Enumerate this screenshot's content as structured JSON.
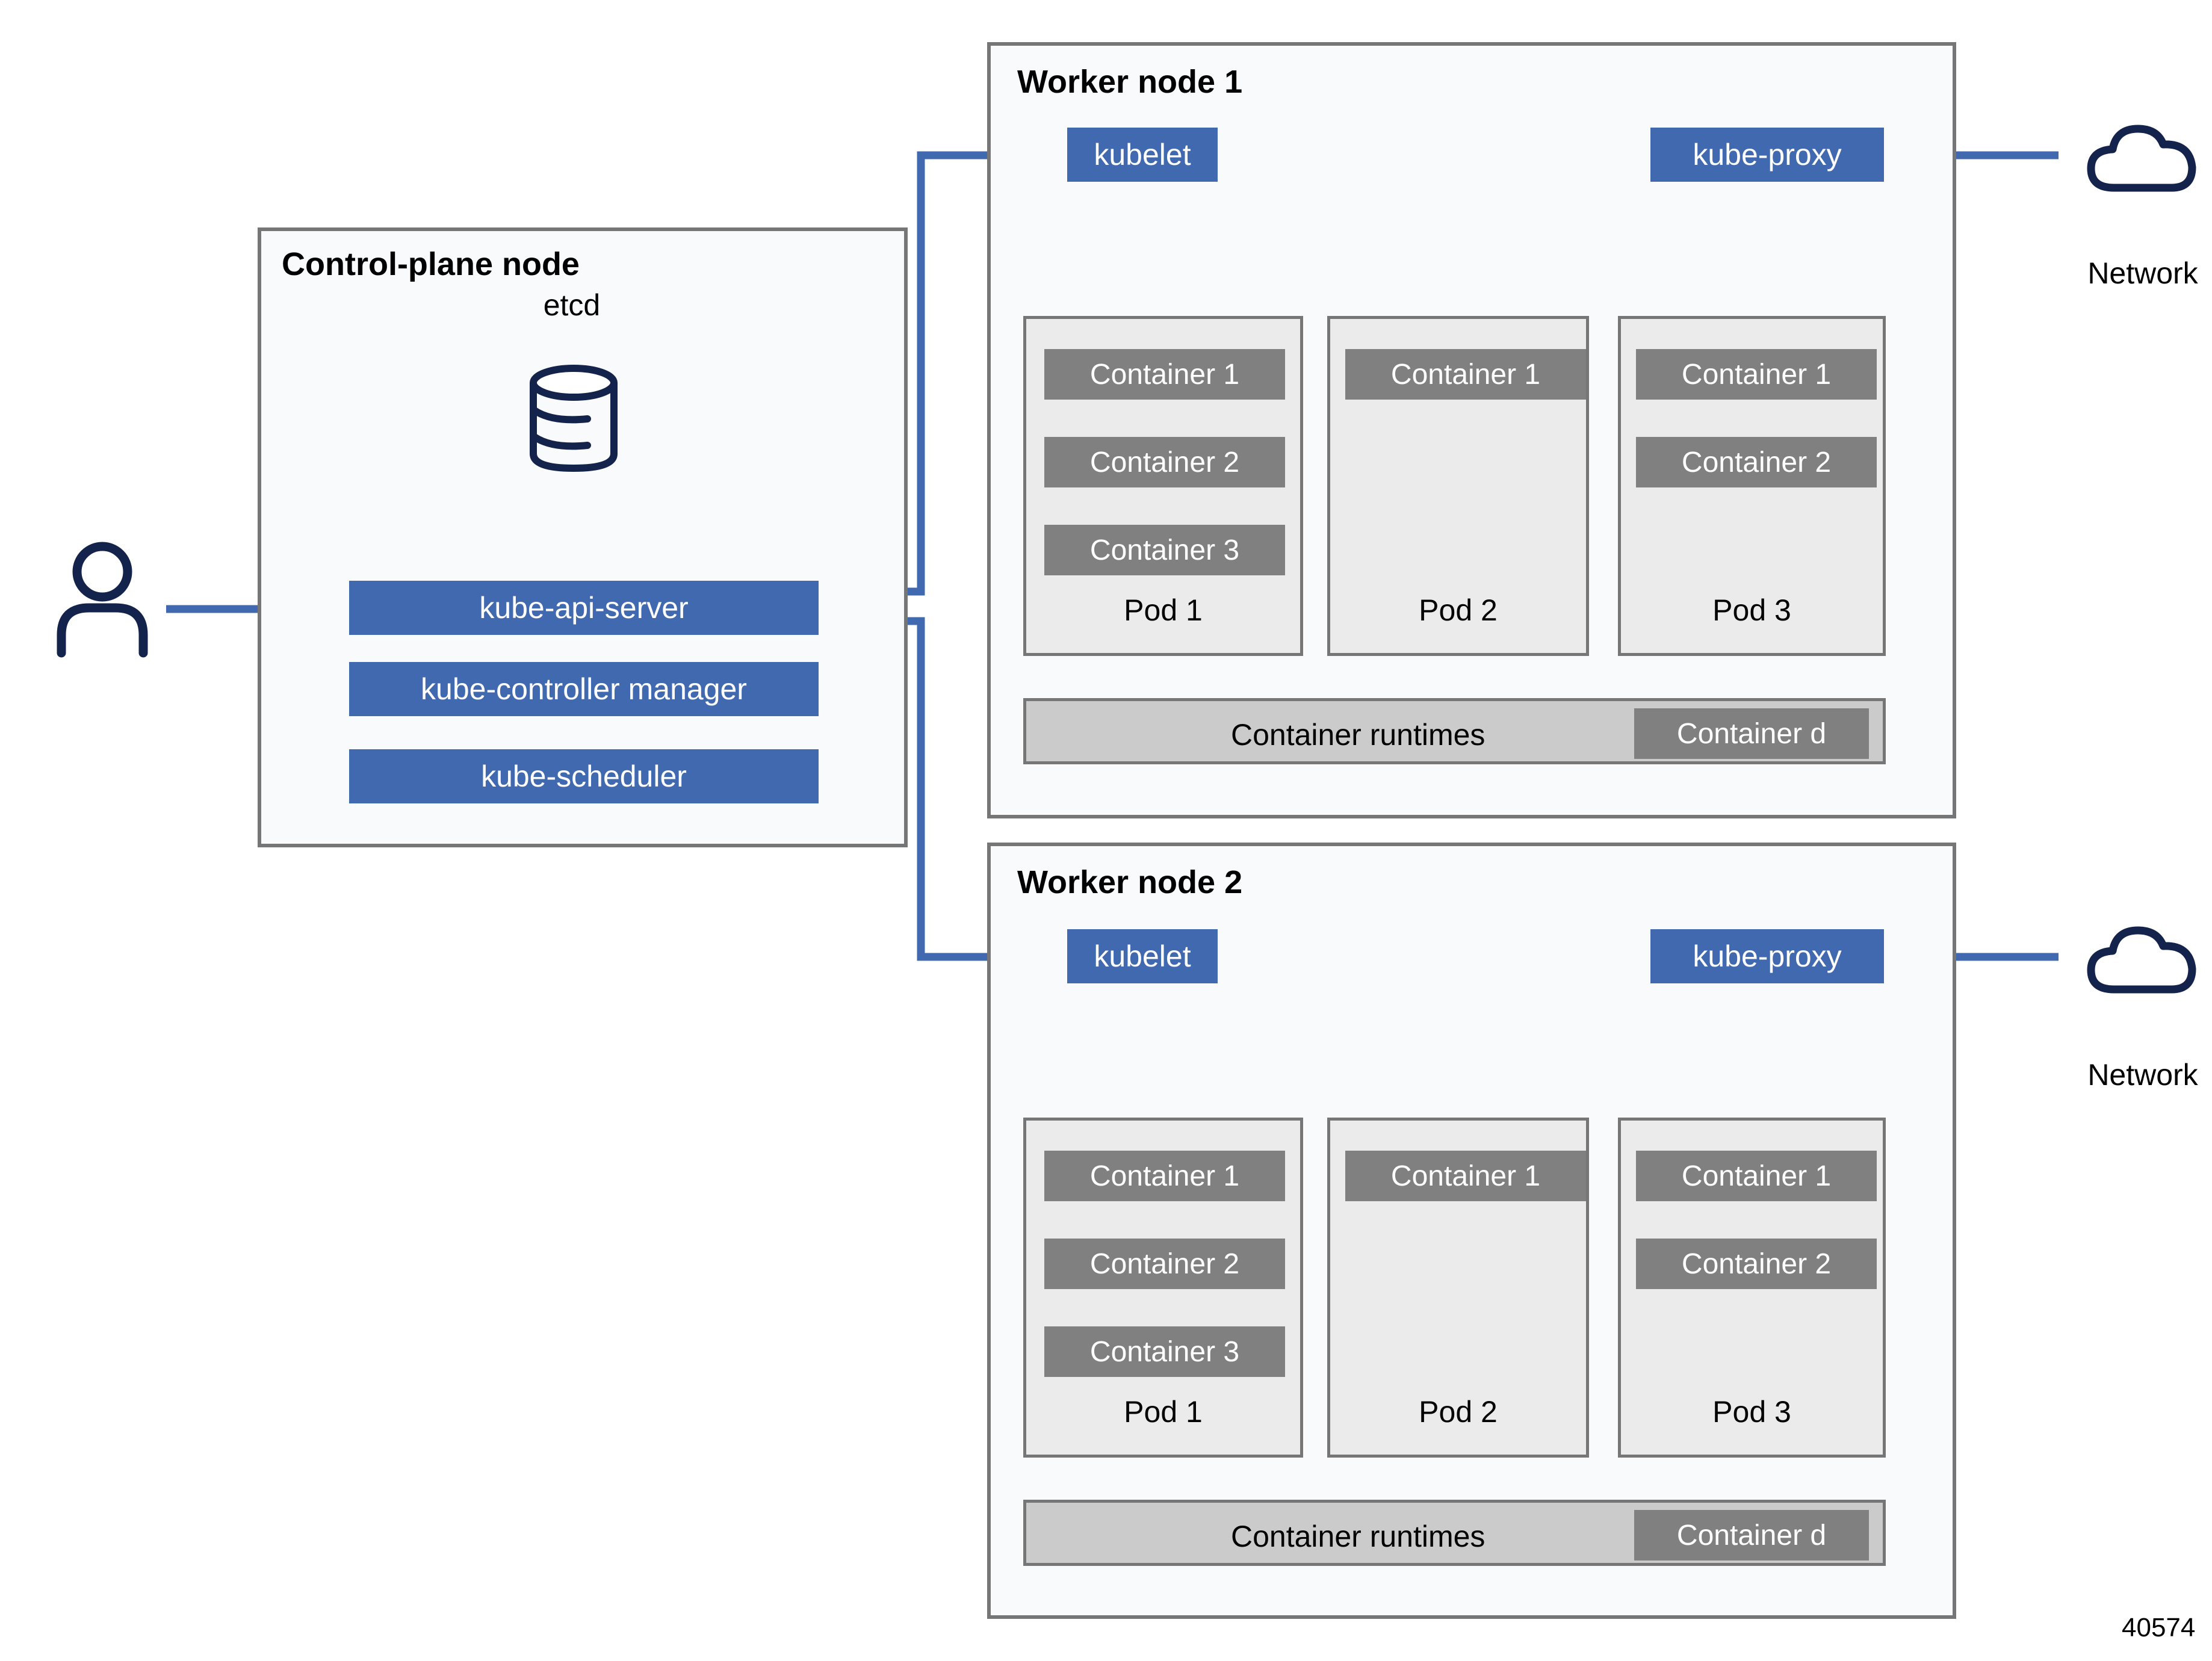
{
  "figure": {
    "number": "40574"
  },
  "colors": {
    "accent_blue": "#4069b0",
    "node_border": "#767676",
    "node_fill": "#f8fafc",
    "pod_fill": "#ebebeb",
    "container_fill": "#808080",
    "runtime_fill": "#cbcbcb",
    "icon_navy": "#13234b"
  },
  "control_plane": {
    "title": "Control-plane node",
    "etcd_label": "etcd",
    "etcd_icon": "database-cylinder-icon",
    "components": [
      {
        "label": "kube-api-server"
      },
      {
        "label": "kube-controller manager"
      },
      {
        "label": "kube-scheduler"
      }
    ]
  },
  "actor": {
    "icon": "user-person-icon",
    "label": ""
  },
  "networks": [
    {
      "icon": "cloud-icon",
      "label": "Network"
    },
    {
      "icon": "cloud-icon",
      "label": "Network"
    }
  ],
  "worker_nodes": [
    {
      "title": "Worker node 1",
      "kubelet_label": "kubelet",
      "kube_proxy_label": "kube-proxy",
      "pods": [
        {
          "label": "Pod 1",
          "containers": [
            "Container 1",
            "Container 2",
            "Container 3"
          ]
        },
        {
          "label": "Pod 2",
          "containers": [
            "Container 1"
          ]
        },
        {
          "label": "Pod 3",
          "containers": [
            "Container 1",
            "Container 2"
          ]
        }
      ],
      "runtime_label": "Container runtimes",
      "containerd_label": "Container d"
    },
    {
      "title": "Worker node 2",
      "kubelet_label": "kubelet",
      "kube_proxy_label": "kube-proxy",
      "pods": [
        {
          "label": "Pod 1",
          "containers": [
            "Container 1",
            "Container 2",
            "Container 3"
          ]
        },
        {
          "label": "Pod 2",
          "containers": [
            "Container 1"
          ]
        },
        {
          "label": "Pod 3",
          "containers": [
            "Container 1",
            "Container 2"
          ]
        }
      ],
      "runtime_label": "Container runtimes",
      "containerd_label": "Container d"
    }
  ]
}
